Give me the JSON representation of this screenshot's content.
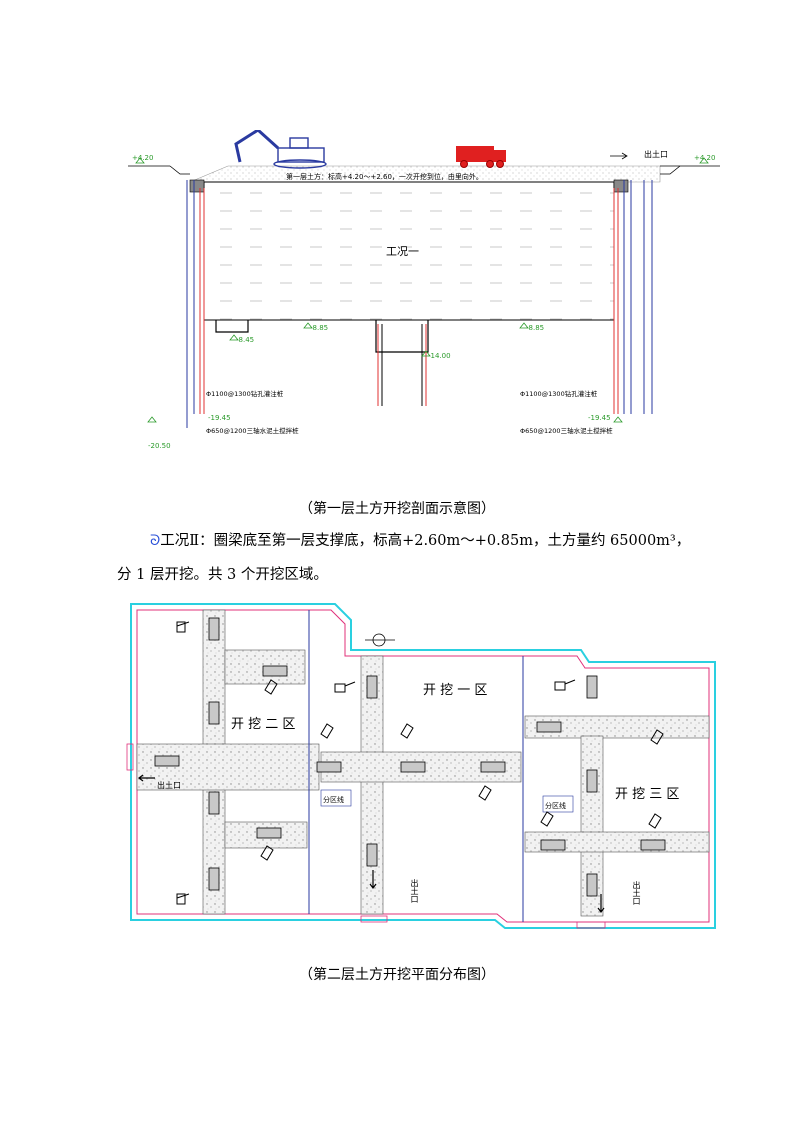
{
  "section_figure": {
    "caption": "（第一层土方开挖剖面示意图）",
    "top_note": "第一层土方：标高+4.20～+2.60，一次开挖到位，由里向外。",
    "zone_label": "工况一",
    "exit_label": "出土口",
    "level_top_left": "+4.20",
    "level_top_right": "+4.20",
    "level_845_left": "-8.45",
    "level_885_left": "-8.85",
    "level_885_right": "-8.85",
    "level_1400": "-14.00",
    "level_1945_left": "-19.45",
    "level_1945_right": "-19.45",
    "level_2050": "-20.50",
    "pile_note_left": "Φ1100@1300钻孔灌注桩",
    "pile_note_right": "Φ1100@1300钻孔灌注桩",
    "mix_note_left": "Φ650@1200三轴水泥土搅拌桩",
    "mix_note_right": "Φ650@1200三轴水泥土搅拌桩"
  },
  "paragraph": {
    "marker": "ᘐ",
    "line1": "工况Ⅱ：圈梁底至第一层支撑底，标高+2.60m～+0.85m，土方量约 65000m³，",
    "line2": "分 1 层开挖。共 3 个开挖区域。"
  },
  "plan_figure": {
    "caption": "（第二层土方开挖平面分布图）",
    "zone1": "开 挖 一 区",
    "zone2": "开 挖 二 区",
    "zone3": "开 挖 三 区",
    "divider_left": "分区线",
    "divider_right": "分区线",
    "exit_left": "出土口",
    "exit_bottom_1": "出土口",
    "exit_bottom_2": "出土口"
  }
}
